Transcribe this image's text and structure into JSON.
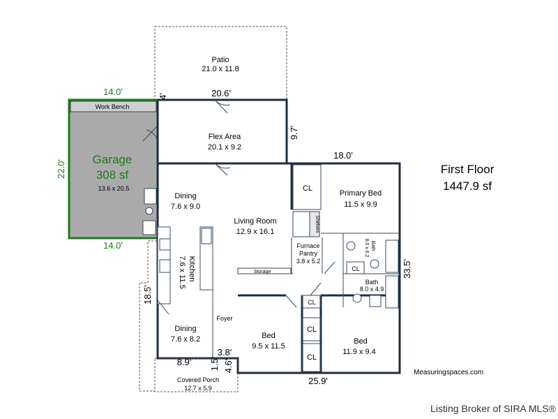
{
  "floor": {
    "title": "First Floor",
    "area": "1447.9 sf"
  },
  "garage": {
    "name": "Garage",
    "area": "308 sf",
    "size": "13.6 x 20.5",
    "bench": "Work Bench"
  },
  "rooms": {
    "patio": {
      "name": "Patio",
      "size": "21.0 x 11.8"
    },
    "flex": {
      "name": "Flex Area",
      "size": "20.1 x 9.2"
    },
    "dining1": {
      "name": "Dining",
      "size": "7.6 x 9.0"
    },
    "living": {
      "name": "Living Room",
      "size": "12.9 x 16.1"
    },
    "kitchen": {
      "name": "Kitchen",
      "size": "7.6 x 11.5"
    },
    "dining2": {
      "name": "Dining",
      "size": "7.6 x 8.2"
    },
    "foyer": {
      "name": "Foyer"
    },
    "primary": {
      "name": "Primary Bed",
      "size": "11.5 x 9.9"
    },
    "furnace": {
      "name": "Furnace",
      "name2": "Pantry",
      "size": "3.8 x 5.2"
    },
    "bath1": {
      "name": "Bath",
      "size": "8.0 x 6.2"
    },
    "bath2": {
      "name": "Bath",
      "size": "8.0 x 4.9"
    },
    "bed1": {
      "name": "Bed",
      "size": "9.5 x 11.5"
    },
    "bed2": {
      "name": "Bed",
      "size": "11.9 x 9.4"
    },
    "porch": {
      "name": "Covered Porch",
      "size": "12.7 x 5.9"
    },
    "cl": "CL",
    "shelves": "Shelves",
    "storage": "Storage"
  },
  "dimensions": {
    "garage_top": "14.0'",
    "garage_bottom": "14.0'",
    "garage_left": "22.0'",
    "patio_step": "4'",
    "flex_top": "20.6'",
    "flex_right": "9.7'",
    "primary_top": "18.0'",
    "right_side": "33.5'",
    "left_side": "18.5'",
    "bottom_left": "8.9'",
    "porch_step_h": "3.8'",
    "porch_step_v1": "1.5'",
    "porch_step_v2": "4.6'",
    "bottom_right": "25.9'"
  },
  "credit": "Measuringspaces.com",
  "broker": "Listing Broker of SIRA MLS®"
}
